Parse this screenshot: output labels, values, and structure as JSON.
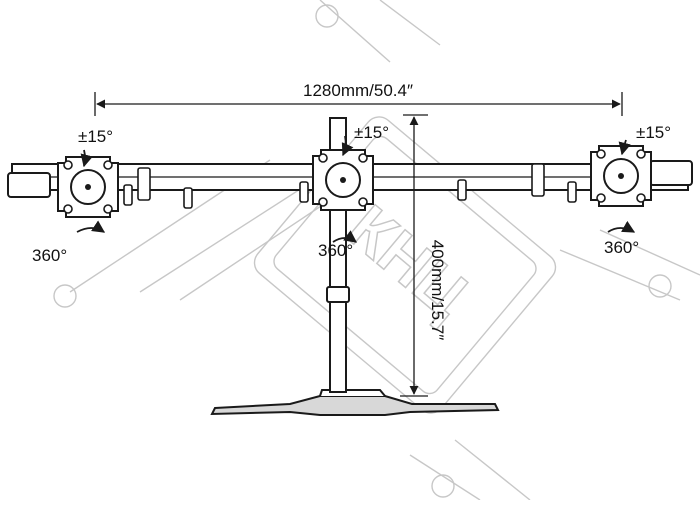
{
  "dimensions": {
    "width_label": "1280mm/50.4″",
    "height_label": "400mm/15.7″"
  },
  "tilt": {
    "left": "±15°",
    "center": "±15°",
    "right": "±15°"
  },
  "rotation": {
    "left": "360°",
    "center": "360°",
    "right": "360°"
  },
  "watermark": {
    "text": "КНЦ"
  },
  "colors": {
    "line": "#1a1a1a",
    "fill": "#ffffff",
    "shade": "#d8d8d8",
    "watermark": "#9a9a9a"
  }
}
